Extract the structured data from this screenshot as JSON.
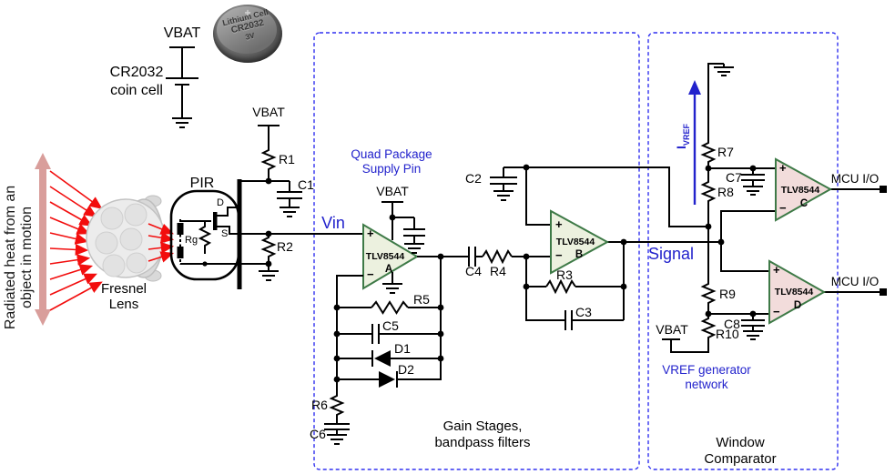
{
  "diagram": {
    "type": "schematic",
    "description": "PIR motion detector analog signal chain: PIR sensor, gain stages / bandpass filters, and window comparator built on TLV8544 quad op amp, powered by a CR2032 coin cell"
  },
  "labels": {
    "vbat": "VBAT",
    "coin_cell_name": "CR2032",
    "coin_cell_type": "coin cell",
    "coin_brand": "Lithium Cell",
    "coin_model": "CR2032",
    "coin_voltage": "3V",
    "pir": "PIR",
    "rg": "Rg",
    "drain": "D",
    "source": "S",
    "fresnel_1": "Fresnel",
    "fresnel_2": "Lens",
    "radiated_1": "Radiated heat from an",
    "radiated_2": "object in motion",
    "vin": "Vin",
    "signal": "Signal",
    "quad_1": "Quad Package",
    "quad_2": "Supply Pin",
    "gain_1": "Gain Stages,",
    "gain_2": "bandpass filters",
    "window_1": "Window",
    "window_2": "Comparator",
    "vref_1": "VREF generator",
    "vref_2": "network",
    "ivref_i": "I",
    "ivref_sub": "VREF",
    "mcu_io": "MCU I/O",
    "plus": "+",
    "minus": "−"
  },
  "opamps": {
    "part": "TLV8544",
    "a": "A",
    "b": "B",
    "c": "C",
    "d": "D"
  },
  "components": {
    "r1": "R1",
    "r2": "R2",
    "r3": "R3",
    "r4": "R4",
    "r5": "R5",
    "r6": "R6",
    "r7": "R7",
    "r8": "R8",
    "r9": "R9",
    "r10": "R10",
    "c1": "C1",
    "c2": "C2",
    "c3": "C3",
    "c4": "C4",
    "c5": "C5",
    "c6": "C6",
    "c7": "C7",
    "c8": "C8",
    "d1": "D1",
    "d2": "D2"
  },
  "colors": {
    "wire": "#000000",
    "opamp_gain_fill": "#ECF1DF",
    "opamp_comparator_fill": "#F2DCDB",
    "opamp_border": "#3E7A47",
    "label_blue": "#2222CC",
    "section_border_blue": "#3030F0",
    "heat_red": "#F20D0D",
    "heat_arrow_pink": "#D99E9B"
  }
}
